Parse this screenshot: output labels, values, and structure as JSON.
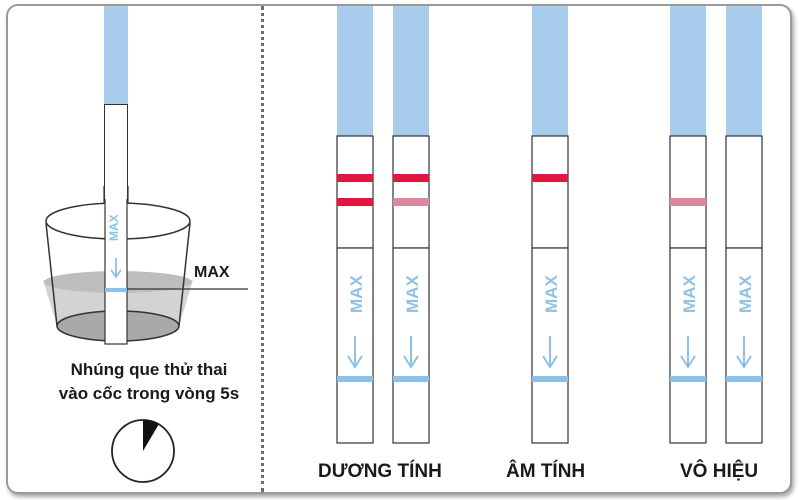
{
  "instruction": {
    "line1": "Nhúng que thử thai",
    "line2": "vào cốc trong vòng 5s"
  },
  "cup_max_label": "MAX",
  "strip_marking": "MAX",
  "results": {
    "positive": "DƯƠNG TÍNH",
    "negative": "ÂM TÍNH",
    "invalid": "VÔ HIỆU"
  },
  "colors": {
    "blue_handle": "#a8cdec",
    "test_red": "#e0173e",
    "faint_red": "#d98a9f",
    "max_blue": "#8fc1e6",
    "water": "#c8c8c8"
  },
  "icons": [
    "down-arrow-icon",
    "clock-icon",
    "cup-icon"
  ]
}
